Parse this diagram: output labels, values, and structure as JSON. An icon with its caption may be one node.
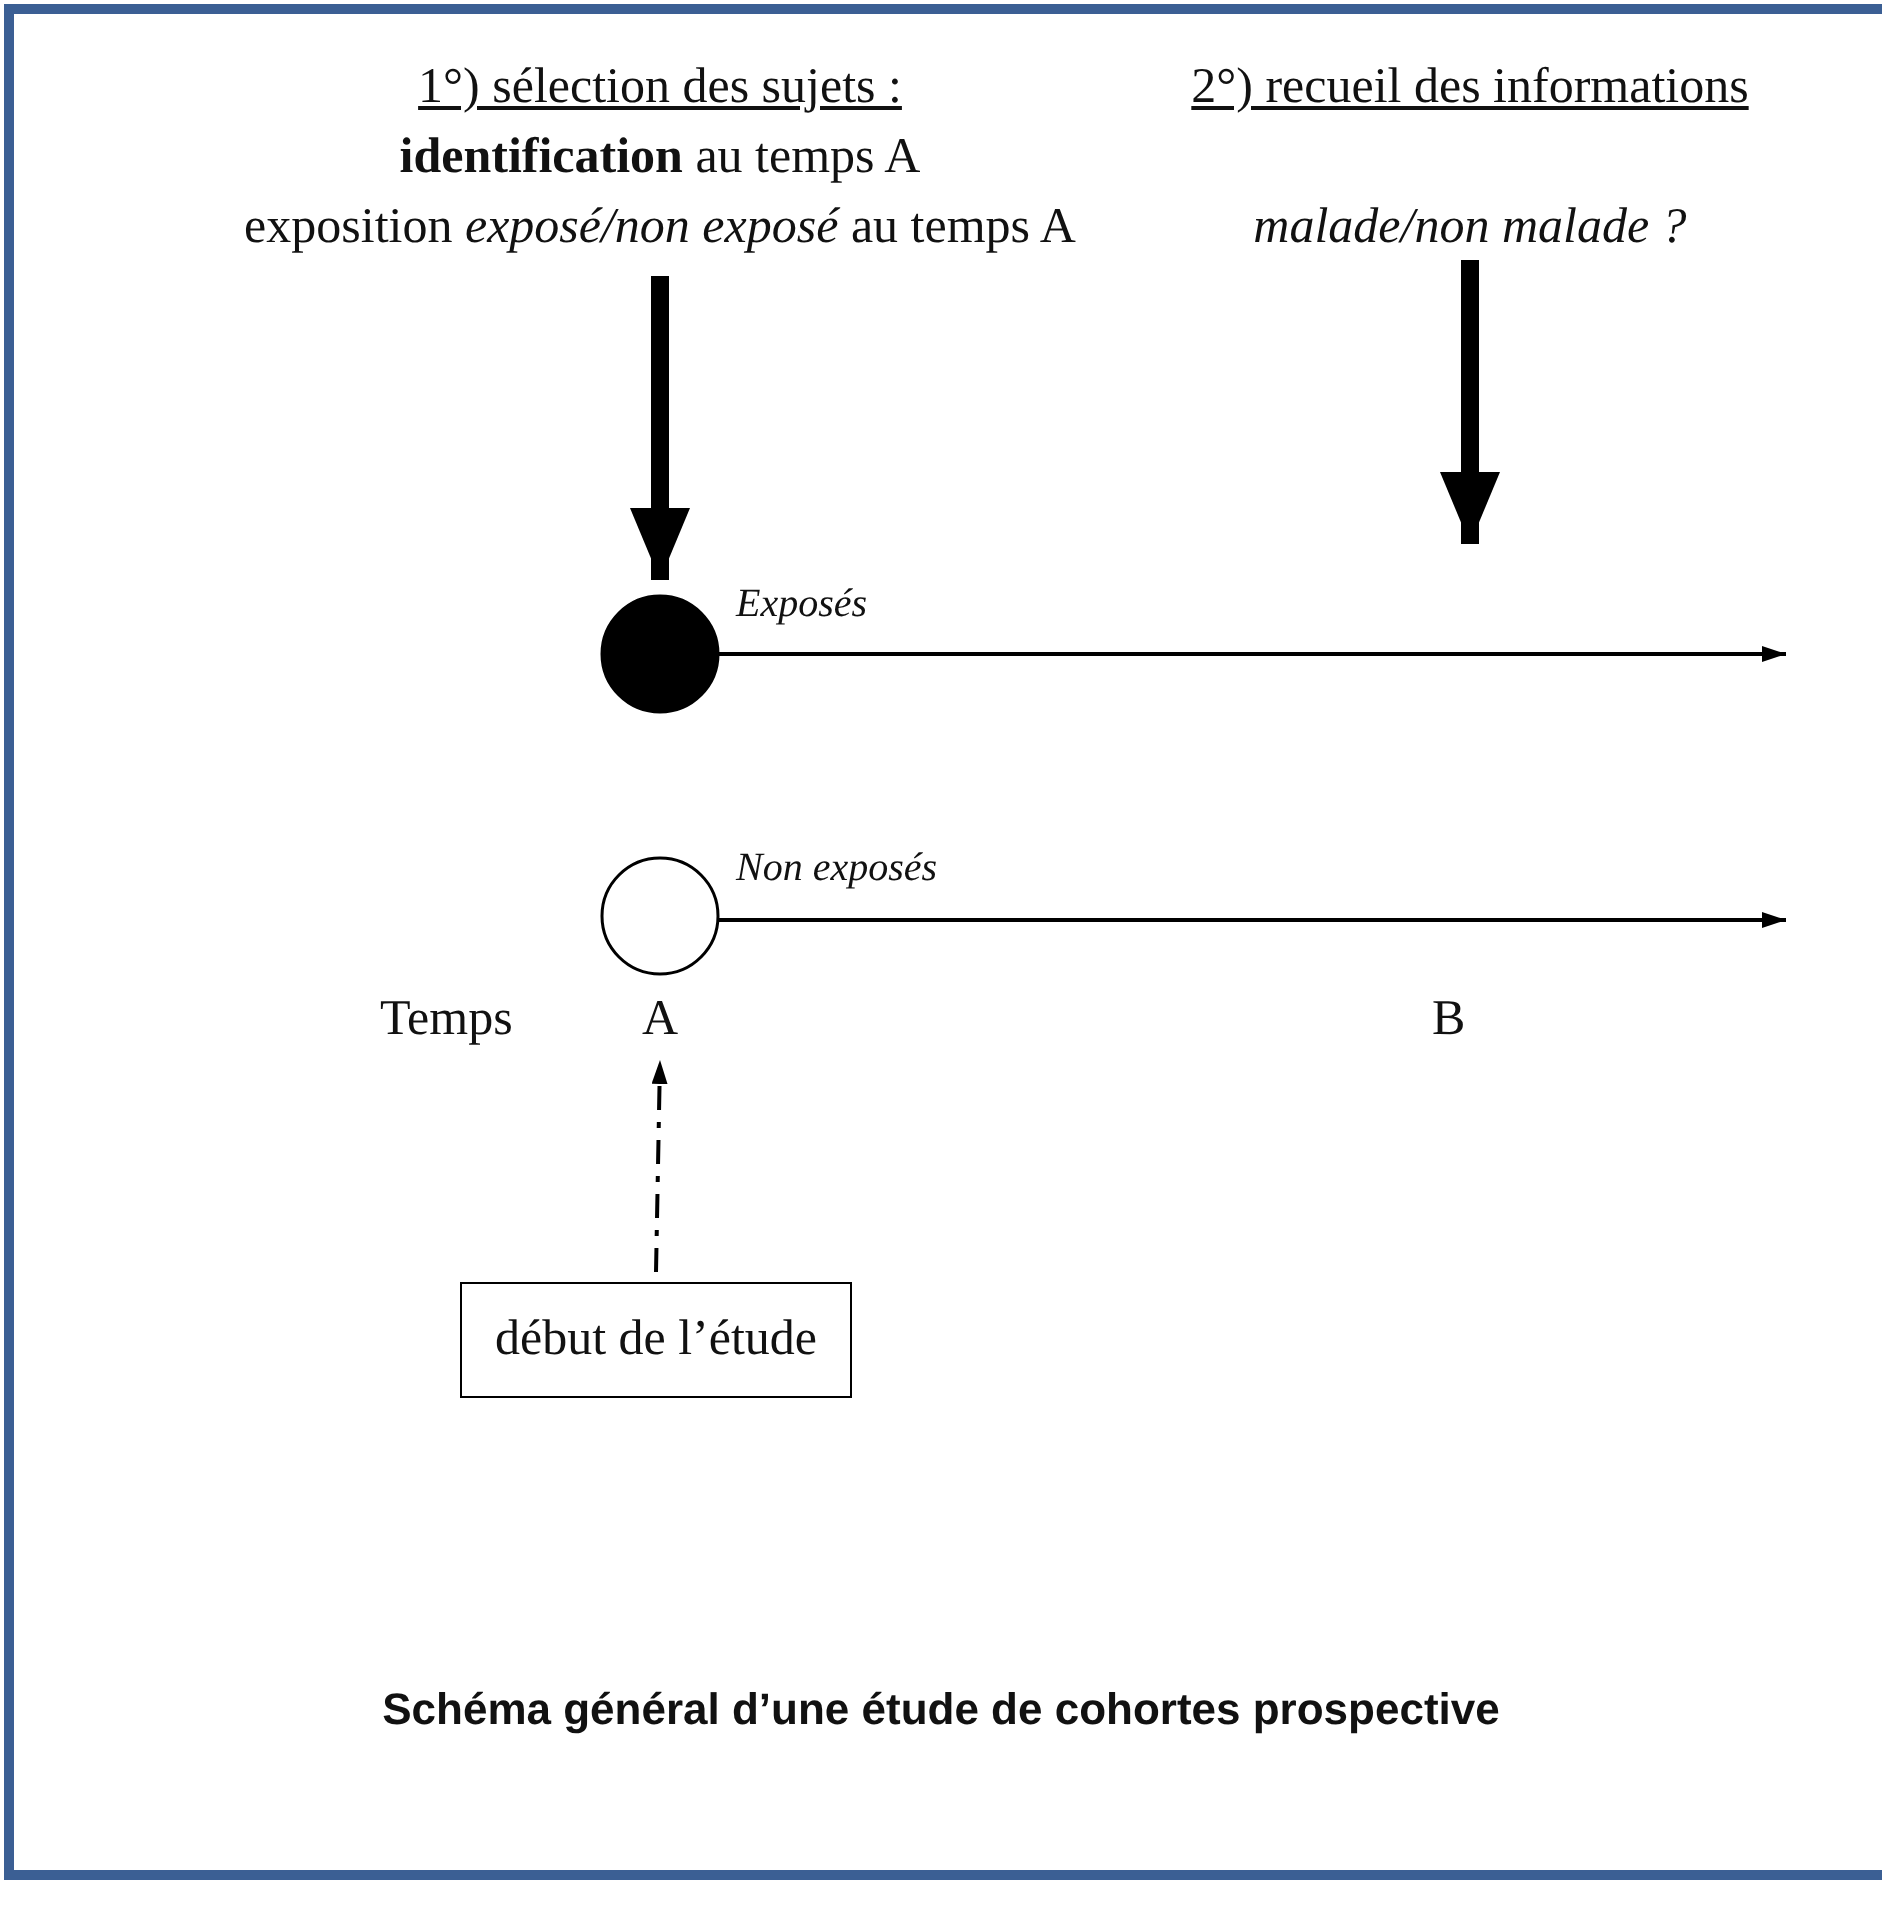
{
  "diagram": {
    "caption": "Schéma général d’une étude de cohortes prospective",
    "nodes": [
      {
        "text": [
          "1°) sélection des sujets :",
          "**identification** au temps A",
          "exposition *exposé/non exposé* au temps A"
        ]
      },
      {
        "text": [
          "2°) recueil des informations",
          "malade/non malade ?"
        ]
      },
      {
        "text": [],
        "shape": "circle"
      },
      {
        "text": [],
        "shape": "circle"
      },
      {
        "text": [
          "A"
        ]
      },
      {
        "text": [
          "début de l’étude"
        ]
      }
    ],
    "edges": [
      {
        "from": 0,
        "to": 2,
        "arrow": "to",
        "style": "thick"
      },
      {
        "from": 1,
        "to": null,
        "arrow": "to",
        "style": "thick"
      },
      {
        "from": 2,
        "to": null,
        "arrow": "to",
        "label": "Exposés"
      },
      {
        "from": 3,
        "to": null,
        "arrow": "to",
        "label": "Non exposés"
      },
      {
        "from": 5,
        "to": 4,
        "arrow": "to",
        "style": "dashed"
      }
    ],
    "labels": [
      "Temps",
      "B"
    ]
  }
}
